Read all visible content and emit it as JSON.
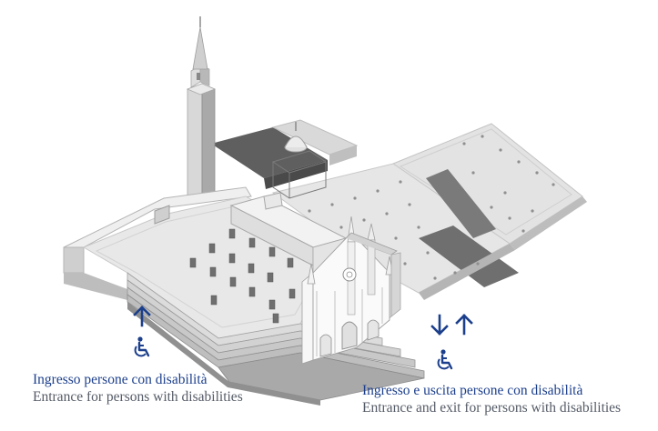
{
  "entrance_left": {
    "title": "Ingresso persone con disabilità",
    "subtitle": "Entrance for persons with disabilities",
    "icon": "wheelchair-icon",
    "arrows": [
      "arrow-up-icon"
    ]
  },
  "entrance_right": {
    "title": "Ingresso e uscita persone con disabilità",
    "subtitle": "Entrance and exit for persons with disabilities",
    "icon": "wheelchair-icon",
    "arrows": [
      "arrow-down-icon",
      "arrow-up-icon"
    ]
  },
  "colors": {
    "accent": "#1c3f8c",
    "text_secondary": "#555b66",
    "building_light": "#f1f1f1",
    "building_mid": "#c9c9c9",
    "building_dark": "#6e6e6e"
  }
}
